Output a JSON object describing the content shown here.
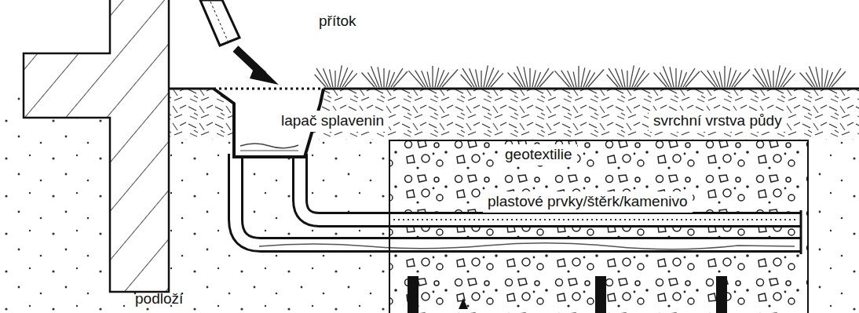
{
  "diagram": {
    "nodes": [
      {
        "text": [
          "geotextilie",
          "plastové prvky/štěrk/kamenivo"
        ]
      }
    ],
    "labels": [
      "přítok",
      "lapač splavenin",
      "svrchní vrstva půdy",
      "podloží"
    ]
  }
}
